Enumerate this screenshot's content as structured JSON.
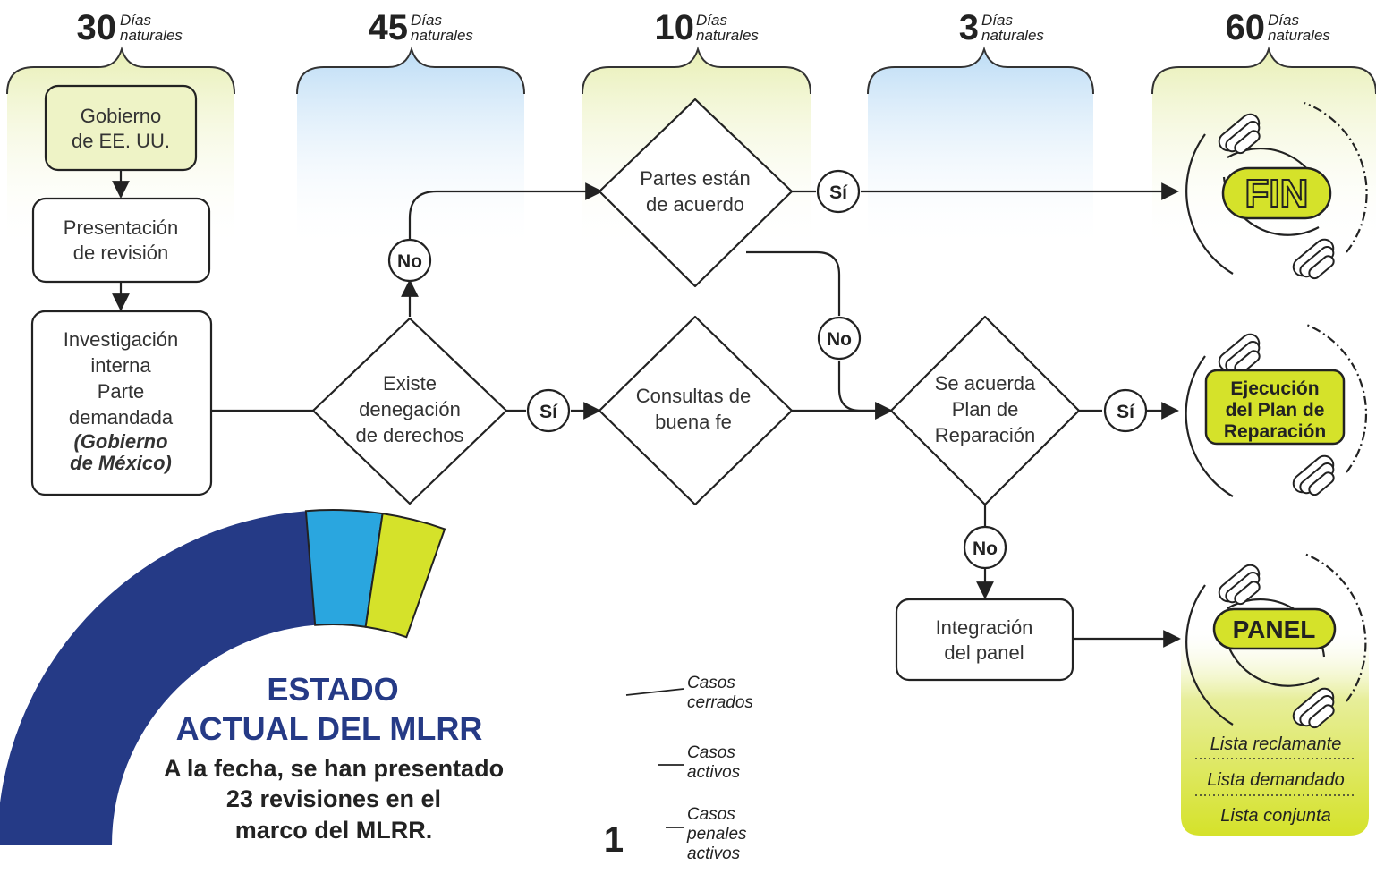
{
  "colors": {
    "green_light": "#eef3c6",
    "blue_light": "#cfe6f8",
    "lime": "#d5e22a",
    "navy": "#253a86",
    "sky": "#2aa6df",
    "ink": "#222222",
    "outline": "#333333"
  },
  "timeline": [
    {
      "days": "30",
      "unit1": "Días",
      "unit2": "naturales"
    },
    {
      "days": "45",
      "unit1": "Días",
      "unit2": "naturales"
    },
    {
      "days": "10",
      "unit1": "Días",
      "unit2": "naturales"
    },
    {
      "days": "3",
      "unit1": "Días",
      "unit2": "naturales"
    },
    {
      "days": "60",
      "unit1": "Días",
      "unit2": "naturales"
    }
  ],
  "nodes": {
    "gobierno": [
      "Gobierno",
      "de EE. UU."
    ],
    "presentacion": [
      "Presentación",
      "de revisión"
    ],
    "investigacion": {
      "lines": [
        "Investigación",
        "interna",
        "Parte",
        "demandada"
      ],
      "italic": [
        "(Gobierno",
        "de México)"
      ]
    },
    "denegacion": [
      "Existe",
      "denegación",
      "de derechos"
    ],
    "consultas": [
      "Consultas de",
      "buena fe"
    ],
    "acuerdo": [
      "Partes están",
      "de acuerdo"
    ],
    "plan": [
      "Se acuerda",
      "Plan de",
      "Reparación"
    ],
    "integracion": [
      "Integración",
      "del panel"
    ]
  },
  "labels": {
    "yes": "Sí",
    "no": "No"
  },
  "outcomes": {
    "fin": "FIN",
    "ejecucion": [
      "Ejecución",
      "del Plan de",
      "Reparación"
    ],
    "panel": "PANEL",
    "lists": [
      "Lista reclamante",
      "Lista demandado",
      "Lista conjunta"
    ]
  },
  "status": {
    "title": [
      "ESTADO",
      "ACTUAL DEL MLRR"
    ],
    "body": [
      "A la fecha, se han presentado",
      "23 revisiones en el",
      "marco del MLRR."
    ],
    "segments": [
      {
        "value": 20,
        "label": [
          "Casos",
          "cerrados"
        ]
      },
      {
        "value": 2,
        "label": [
          "Casos",
          "activos"
        ]
      },
      {
        "value": 1,
        "label": [
          "Casos",
          "penales",
          "activos"
        ]
      }
    ]
  }
}
